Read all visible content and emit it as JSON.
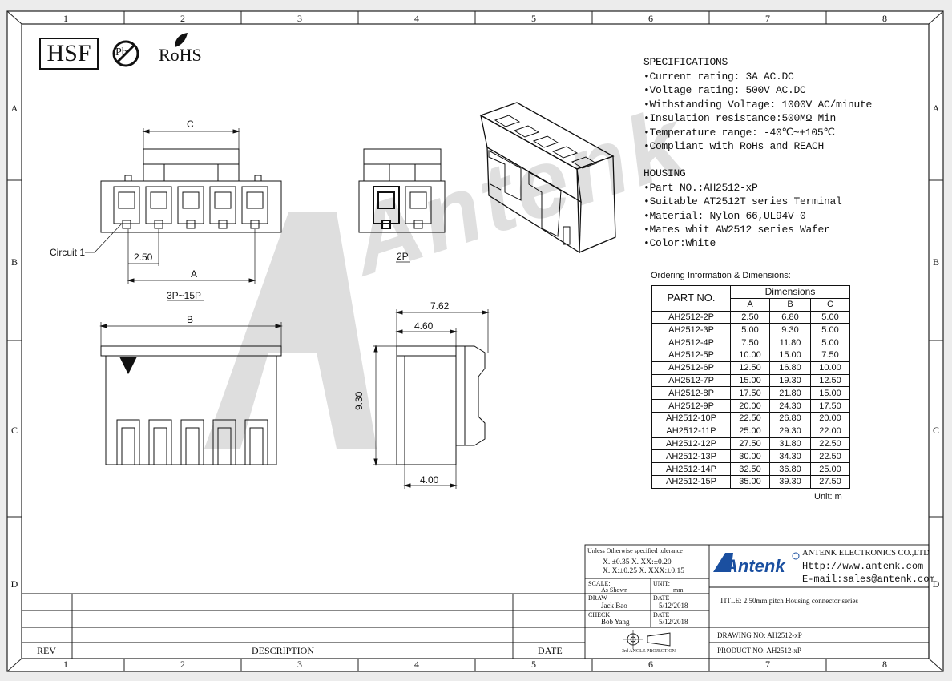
{
  "zones": {
    "columns": [
      "1",
      "2",
      "3",
      "4",
      "5",
      "6",
      "7",
      "8"
    ],
    "rows": [
      "A",
      "B",
      "C",
      "D"
    ]
  },
  "logos": {
    "hsf": "HSF",
    "pb": "Pb",
    "rohs": "RoHS"
  },
  "specifications": {
    "heading": "SPECIFICATIONS",
    "items": [
      "•Current rating: 3A AC.DC",
      "•Voltage rating: 500V AC.DC",
      "•Withstanding Voltage: 1000V AC/minute",
      "•Insulation resistance:500MΩ Min",
      "•Temperature range: -40℃~+105℃",
      "•Compliant with RoHs and REACH"
    ]
  },
  "housing": {
    "heading": "HOUSING",
    "items": [
      "•Part NO.:AH2512-xP",
      "•Suitable AT2512T series Terminal",
      "•Material: Nylon 66,UL94V-0",
      "•Mates whit AW2512 series Wafer",
      "•Color:White"
    ]
  },
  "front_view": {
    "dim_c": "C",
    "dim_pitch": "2.50",
    "dim_a": "A",
    "circuit_label": "Circuit 1",
    "caption": "3P~15P"
  },
  "two_p_view": {
    "caption": "2P"
  },
  "bottom_view": {
    "dim_b": "B"
  },
  "side_view": {
    "dim_762": "7.62",
    "dim_460": "4.60",
    "dim_930": "9.30",
    "dim_400": "4.00"
  },
  "ordering": {
    "heading": "Ordering Information & Dimensions:",
    "col_part": "PART NO.",
    "col_dims": "Dimensions",
    "sub_cols": [
      "A",
      "B",
      "C"
    ],
    "rows": [
      {
        "part": "AH2512-2P",
        "a": "2.50",
        "b": "6.80",
        "c": "5.00"
      },
      {
        "part": "AH2512-3P",
        "a": "5.00",
        "b": "9.30",
        "c": "5.00"
      },
      {
        "part": "AH2512-4P",
        "a": "7.50",
        "b": "11.80",
        "c": "5.00"
      },
      {
        "part": "AH2512-5P",
        "a": "10.00",
        "b": "15.00",
        "c": "7.50"
      },
      {
        "part": "AH2512-6P",
        "a": "12.50",
        "b": "16.80",
        "c": "10.00"
      },
      {
        "part": "AH2512-7P",
        "a": "15.00",
        "b": "19.30",
        "c": "12.50"
      },
      {
        "part": "AH2512-8P",
        "a": "17.50",
        "b": "21.80",
        "c": "15.00"
      },
      {
        "part": "AH2512-9P",
        "a": "20.00",
        "b": "24.30",
        "c": "17.50"
      },
      {
        "part": "AH2512-10P",
        "a": "22.50",
        "b": "26.80",
        "c": "20.00"
      },
      {
        "part": "AH2512-11P",
        "a": "25.00",
        "b": "29.30",
        "c": "22.00"
      },
      {
        "part": "AH2512-12P",
        "a": "27.50",
        "b": "31.80",
        "c": "22.50"
      },
      {
        "part": "AH2512-13P",
        "a": "30.00",
        "b": "34.30",
        "c": "22.50"
      },
      {
        "part": "AH2512-14P",
        "a": "32.50",
        "b": "36.80",
        "c": "25.00"
      },
      {
        "part": "AH2512-15P",
        "a": "35.00",
        "b": "39.30",
        "c": "27.50"
      }
    ],
    "unit": "Unit: m"
  },
  "watermark": "Antenk",
  "title_block": {
    "tolerance_heading": "Unless Otherwise specified tolerance",
    "tol_1": "X. ±0.35    X. XX:±0.20",
    "tol_2": "X. X:±0.25  X. XXX:±0.15",
    "scale_label": "SCALE:",
    "scale_value": "As Shown",
    "unit_label": "UNIT:",
    "unit_value": "mm",
    "draw_label": "DRAW",
    "draw_value": "Jack Bao",
    "draw_date_label": "DATE",
    "draw_date": "5/12/2018",
    "check_label": "CHECK",
    "check_value": "Bob Yang",
    "check_date_label": "DATE",
    "check_date": "5/12/2018",
    "projection": "3rd ANGLE PROJECTION",
    "company_logo": "Antenk",
    "company_name": "ANTENK ELECTRONICS CO.,LTD",
    "company_web": "Http://www.antenk.com",
    "company_email": "E-mail:sales@antenk.com",
    "title": "TITLE: 2.50mm pitch Housing connector series",
    "drawing_no": "DRAWING NO: AH2512-xP",
    "product_no": "PRODUCT NO: AH2512-xP",
    "rev": "REV",
    "description": "DESCRIPTION",
    "date": "DATE"
  }
}
